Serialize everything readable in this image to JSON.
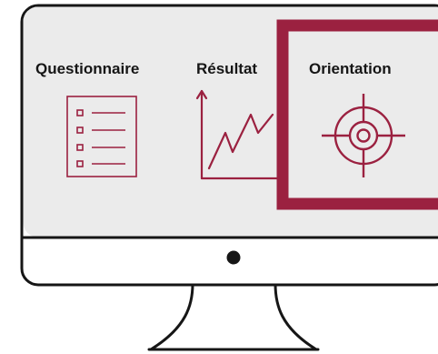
{
  "panels": [
    {
      "label": "Questionnaire",
      "icon": "checklist-icon",
      "active": false
    },
    {
      "label": "Résultat",
      "icon": "line-chart-icon",
      "active": false
    },
    {
      "label": "Orientation",
      "icon": "target-icon",
      "active": true
    }
  ],
  "colors": {
    "accent": "#9b2140",
    "screen": "#ebebeb",
    "outline": "#161616",
    "body": "#ffffff"
  },
  "icons": {
    "monitor": "monitor-illustration",
    "power": "power-indicator-icon"
  }
}
